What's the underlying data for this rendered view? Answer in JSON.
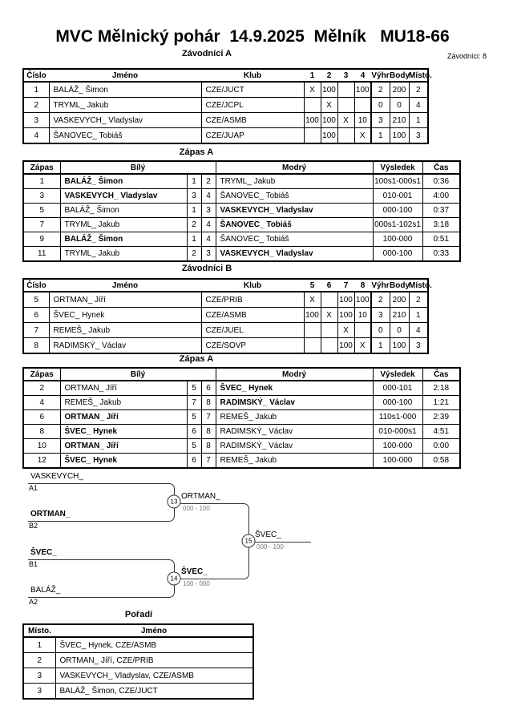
{
  "title": "MVC Mělnický pohár  14.9.2025  Mělník   MU18-66",
  "competitors_a": {
    "heading": "Závodníci A",
    "count_label": "Závodníci: 8",
    "headers": {
      "num": "Číslo",
      "name": "Jméno",
      "club": "Klub",
      "g1": "1",
      "g2": "2",
      "g3": "3",
      "g4": "4",
      "wins": "Výhr",
      "points": "Body",
      "place": "Místo."
    },
    "rows": [
      {
        "num": "1",
        "name": "BALÁŽ_ Šimon",
        "club": "CZE/JUCT",
        "g1": "X",
        "g2": "100",
        "g3": "",
        "g4": "100",
        "wins": "2",
        "points": "200",
        "place": "2"
      },
      {
        "num": "2",
        "name": "TRYML_ Jakub",
        "club": "CZE/JCPL",
        "g1": "",
        "g2": "X",
        "g3": "",
        "g4": "",
        "wins": "0",
        "points": "0",
        "place": "4"
      },
      {
        "num": "3",
        "name": "VASKEVYCH_ Vladyslav",
        "club": "CZE/ASMB",
        "g1": "100",
        "g2": "100",
        "g3": "X",
        "g4": "10",
        "wins": "3",
        "points": "210",
        "place": "1"
      },
      {
        "num": "4",
        "name": "ŠANOVEC_ Tobiáš",
        "club": "CZE/JUAP",
        "g1": "",
        "g2": "100",
        "g3": "",
        "g4": "X",
        "wins": "1",
        "points": "100",
        "place": "3"
      }
    ]
  },
  "matches_a": {
    "heading": "Zápas A",
    "headers": {
      "match": "Zápas",
      "white": "Bílý",
      "blue": "Modrý",
      "result": "Výsledek",
      "time": "Čas"
    },
    "rows": [
      {
        "match": "1",
        "white": "BALÁŽ_ Šimon",
        "wn": "1",
        "bn": "2",
        "blue": "TRYML_ Jakub",
        "result": "100s1-000s1",
        "time": "0:36"
      },
      {
        "match": "3",
        "white": "VASKEVYCH_ Vladyslav",
        "wn": "3",
        "bn": "4",
        "blue": "ŠANOVEC_ Tobiáš",
        "result": "010-001",
        "time": "4:00"
      },
      {
        "match": "5",
        "white": "BALÁŽ_ Šimon",
        "wn": "1",
        "bn": "3",
        "blue": "VASKEVYCH_ Vladyslav",
        "result": "000-100",
        "time": "0:37"
      },
      {
        "match": "7",
        "white": "TRYML_ Jakub",
        "wn": "2",
        "bn": "4",
        "blue": "ŠANOVEC_ Tobiáš",
        "result": "000s1-102s1",
        "time": "3:18"
      },
      {
        "match": "9",
        "white": "BALÁŽ_ Šimon",
        "wn": "1",
        "bn": "4",
        "blue": "ŠANOVEC_ Tobiáš",
        "result": "100-000",
        "time": "0:51"
      },
      {
        "match": "11",
        "white": "TRYML_ Jakub",
        "wn": "2",
        "bn": "3",
        "blue": "VASKEVYCH_ Vladyslav",
        "result": "000-100",
        "time": "0:33"
      }
    ]
  },
  "competitors_b": {
    "heading": "Závodníci B",
    "headers": {
      "num": "Číslo",
      "name": "Jméno",
      "club": "Klub",
      "g1": "5",
      "g2": "6",
      "g3": "7",
      "g4": "8",
      "wins": "Výhr",
      "points": "Body",
      "place": "Místo."
    },
    "rows": [
      {
        "num": "5",
        "name": "ORTMAN_ Jíří",
        "club": "CZE/PRIB",
        "g1": "X",
        "g2": "",
        "g3": "100",
        "g4": "100",
        "wins": "2",
        "points": "200",
        "place": "2"
      },
      {
        "num": "6",
        "name": "ŠVEC_ Hynek",
        "club": "CZE/ASMB",
        "g1": "100",
        "g2": "X",
        "g3": "100",
        "g4": "10",
        "wins": "3",
        "points": "210",
        "place": "1"
      },
      {
        "num": "7",
        "name": "REMEŠ_ Jakub",
        "club": "CZE/JUEL",
        "g1": "",
        "g2": "",
        "g3": "X",
        "g4": "",
        "wins": "0",
        "points": "0",
        "place": "4"
      },
      {
        "num": "8",
        "name": "RADIMSKÝ_ Václav",
        "club": "CZE/SOVP",
        "g1": "",
        "g2": "",
        "g3": "100",
        "g4": "X",
        "wins": "1",
        "points": "100",
        "place": "3"
      }
    ]
  },
  "matches_b": {
    "heading": "Zápas A",
    "headers": {
      "match": "Zápas",
      "white": "Bílý",
      "blue": "Modrý",
      "result": "Výsledek",
      "time": "Čas"
    },
    "rows": [
      {
        "match": "2",
        "white": "ORTMAN_ Jíří",
        "wn": "5",
        "bn": "6",
        "blue": "ŠVEC_ Hynek",
        "result": "000-101",
        "time": "2:18"
      },
      {
        "match": "4",
        "white": "REMEŠ_ Jakub",
        "wn": "7",
        "bn": "8",
        "blue": "RADIMSKÝ_ Václav",
        "result": "000-100",
        "time": "1:21"
      },
      {
        "match": "6",
        "white": "ORTMAN_ Jíří",
        "wn": "5",
        "bn": "7",
        "blue": "REMEŠ_ Jakub",
        "result": "110s1-000",
        "time": "2:39"
      },
      {
        "match": "8",
        "white": "ŠVEC_ Hynek",
        "wn": "6",
        "bn": "8",
        "blue": "RADIMSKÝ_ Václav",
        "result": "010-000s1",
        "time": "4:51"
      },
      {
        "match": "10",
        "white": "ORTMAN_ Jíří",
        "wn": "5",
        "bn": "8",
        "blue": "RADIMSKÝ_ Václav",
        "result": "100-000",
        "time": "0:00"
      },
      {
        "match": "12",
        "white": "ŠVEC_ Hynek",
        "wn": "6",
        "bn": "7",
        "blue": "REMEŠ_ Jakub",
        "result": "100-000",
        "time": "0:58"
      }
    ]
  },
  "bracket": {
    "semifinal_1": {
      "match_no": "13",
      "top_name": "VASKEVYCH_",
      "top_seed": "A1",
      "bottom_name": "ORTMAN_",
      "bottom_seed": "B2",
      "winner_name": "ORTMAN_",
      "winner_score": "000 - 100"
    },
    "semifinal_2": {
      "match_no": "14",
      "top_name": "ŠVEC_",
      "top_seed": "B1",
      "bottom_name": "BALÁŽ_",
      "bottom_seed": "A2",
      "winner_name": "ŠVEC_",
      "winner_score": "100 - 000"
    },
    "final": {
      "match_no": "15",
      "winner_name": "ŠVEC_",
      "winner_score": "000 - 100"
    }
  },
  "standings": {
    "heading": "Pořadí",
    "headers": {
      "place": "Místo.",
      "name": "Jméno"
    },
    "rows": [
      {
        "place": "1",
        "name": "ŠVEC_ Hynek, CZE/ASMB"
      },
      {
        "place": "2",
        "name": "ORTMAN_ Jíří, CZE/PRIB"
      },
      {
        "place": "3",
        "name": "VASKEVYCH_ Vladyslav, CZE/ASMB"
      },
      {
        "place": "3",
        "name": "BALÁŽ_ Šimon, CZE/JUCT"
      }
    ]
  }
}
